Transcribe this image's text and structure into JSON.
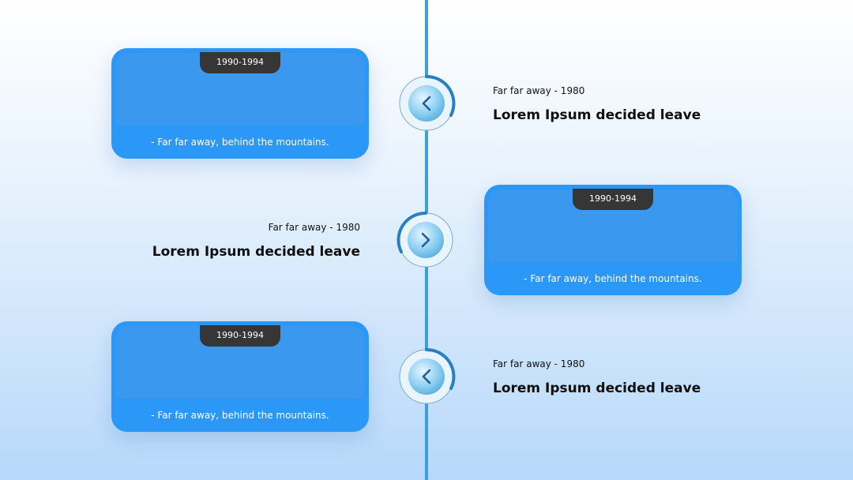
{
  "timeline": {
    "items": [
      {
        "period": "1990-1994",
        "caption": "- Far far away, behind the mountains.",
        "date": "Far far away - 1980",
        "heading": "Lorem Ipsum decided leave",
        "direction": "left"
      },
      {
        "period": "1990-1994",
        "caption": "- Far far away, behind the mountains.",
        "date": "Far far away - 1980",
        "heading": "Lorem Ipsum decided leave",
        "direction": "right"
      },
      {
        "period": "1990-1994",
        "caption": "- Far far away, behind the mountains.",
        "date": "Far far away - 1980",
        "heading": "Lorem Ipsum decided leave",
        "direction": "left"
      }
    ]
  },
  "colors": {
    "card": "#2b97f7",
    "tab": "#363636",
    "axis": "#3aa0dc",
    "node_arc": "#2a7fc2"
  },
  "icons": [
    "chevron-left-icon",
    "chevron-right-icon",
    "chevron-left-icon"
  ]
}
